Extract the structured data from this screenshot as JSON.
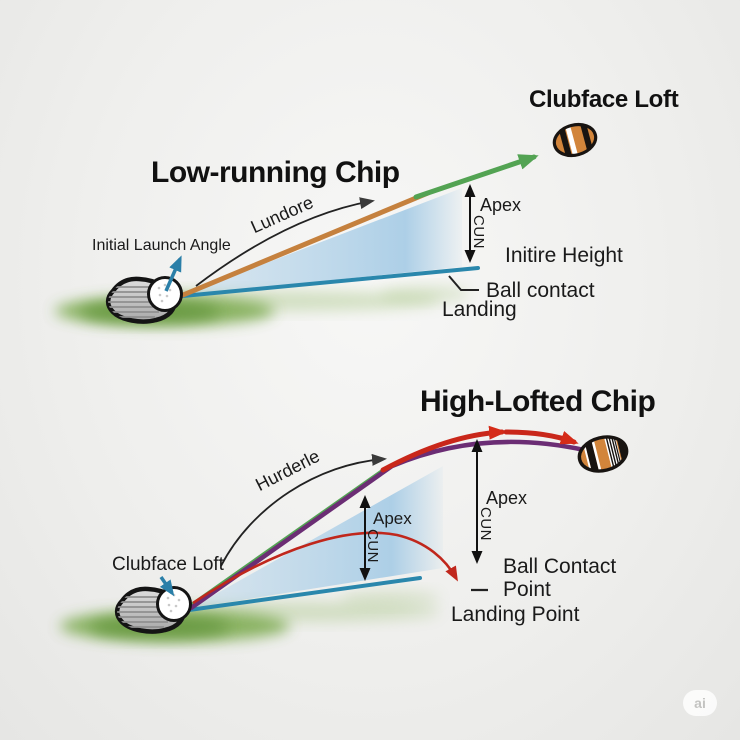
{
  "top_diagram": {
    "title": "Low-running Chip",
    "clubface_loft_label": "Clubface Loft",
    "initial_launch_angle_label": "Initial Launch Angle",
    "trajectory_arc_label": "Lundore",
    "apex_label": "Apex",
    "apex_sub_label": "CUN",
    "height_label": "Initire Height",
    "ball_contact_label": "Ball contact",
    "landing_label": "Landing"
  },
  "bottom_diagram": {
    "title": "High-Lofted Chip",
    "trajectory_arc_label": "Hurderle",
    "clubface_loft_label": "Clubface Loft",
    "apex_inner_label": "Apex",
    "apex_inner_sub_label": "CUN",
    "apex_outer_label": "Apex",
    "apex_outer_sub_label": "CUN",
    "ball_contact_label_line1": "Ball Contact",
    "ball_contact_label_line2": "Point",
    "landing_label": "Landing Point"
  },
  "watermark": "ai",
  "colors": {
    "trajectory_green": "#53a353",
    "loft_line_orange": "#c5813e",
    "ground_line_teal": "#2a87ac",
    "fill_light_blue": "#b5d2e8",
    "trajectory_red": "#c9271a",
    "trajectory_purple": "#6b2d74",
    "launch_arrow_blue": "#2a7fa8",
    "grass_green": "#79a94c",
    "ball_orange": "#d2853b",
    "text_black": "#1a1a1a"
  }
}
